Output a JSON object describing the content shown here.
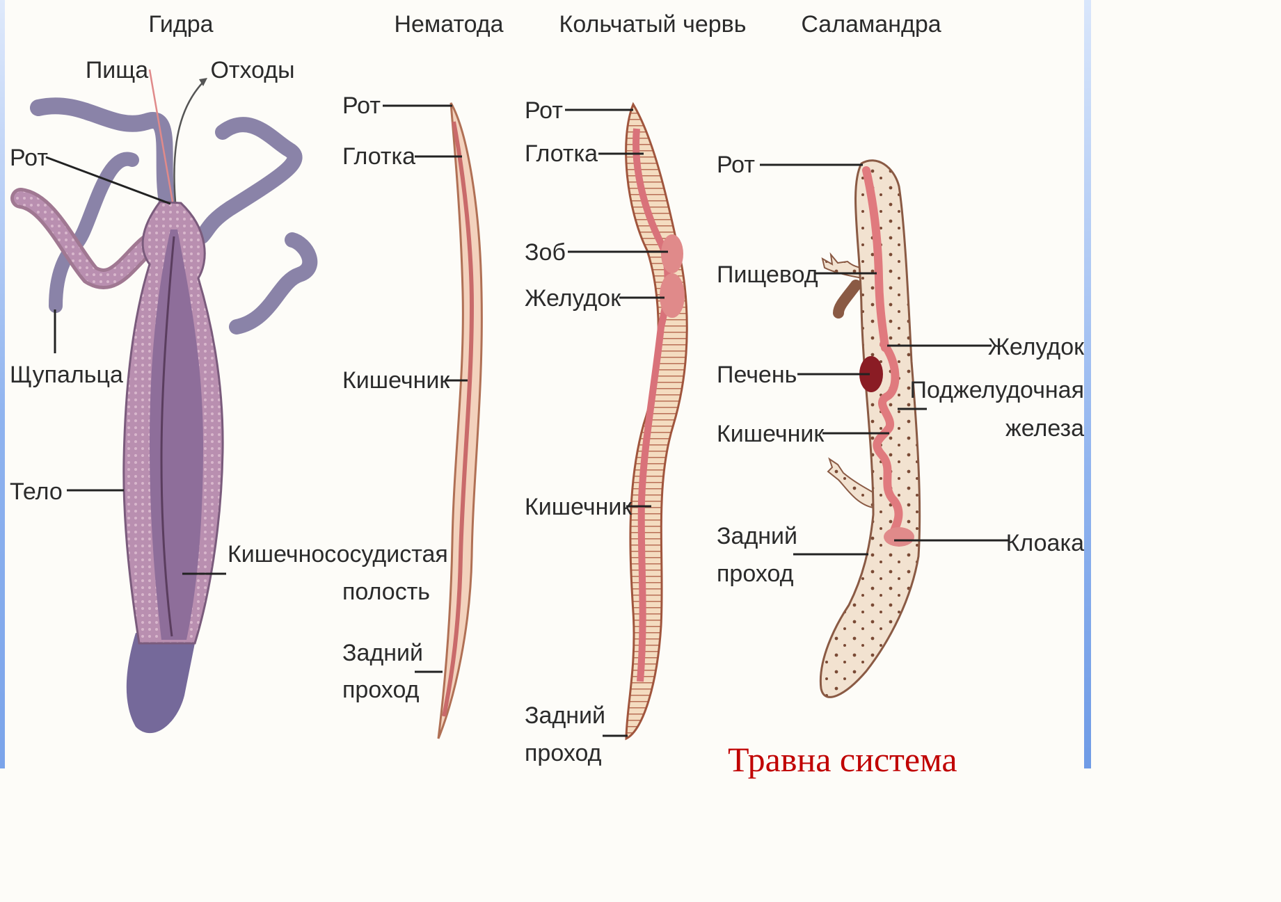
{
  "titles": {
    "hydra": "Гидра",
    "nematode": "Нематода",
    "annelid": "Кольчатый червь",
    "salamander": "Саламандра"
  },
  "hydra": {
    "food": "Пища",
    "waste": "Отходы",
    "mouth": "Рот",
    "tentacles": "Щупальца",
    "body": "Тело",
    "cavity_line1": "Кишечнососудистая",
    "cavity_line2": "полость"
  },
  "nematode": {
    "mouth": "Рот",
    "pharynx": "Глотка",
    "intestine": "Кишечник",
    "anus_line1": "Задний",
    "anus_line2": "проход"
  },
  "annelid": {
    "mouth": "Рот",
    "pharynx": "Глотка",
    "crop": "Зоб",
    "stomach": "Желудок",
    "intestine": "Кишечник",
    "anus_line1": "Задний",
    "anus_line2": "проход"
  },
  "salamander": {
    "mouth": "Рот",
    "esophagus": "Пищевод",
    "stomach": "Желудок",
    "liver": "Печень",
    "pancreas_line1": "Поджелудочная",
    "pancreas_line2": "железа",
    "intestine": "Кишечник",
    "anus_line1": "Задний",
    "anus_line2": "проход",
    "cloaca": "Клоака"
  },
  "caption": "Травна система",
  "colors": {
    "hydra_body": "#8e6e9a",
    "tentacle": "#8a83a8",
    "gut": "#d9727a",
    "nematode_body": "#f3d2bd",
    "worm_body": "#d99a7e",
    "salamander_skin": "#f2e2d0",
    "caption": "#c00000"
  }
}
